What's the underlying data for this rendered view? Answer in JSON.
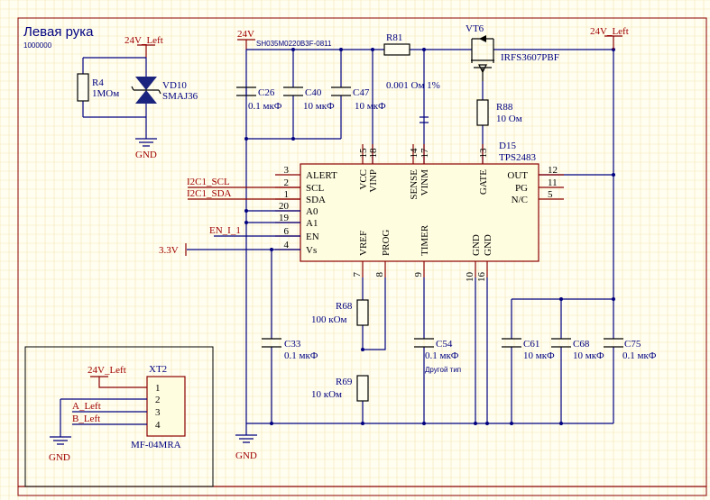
{
  "sheet_title": "Левая рука",
  "sheet_number": "1000000",
  "nets": {
    "v24_left_top": "24V_Left",
    "v24_top": "24V",
    "v24_left_right": "24V_Left",
    "v24_left_conn": "24V_Left",
    "scl": "I2C1_SCL",
    "sda": "I2C1_SDA",
    "en": "EN_I_1",
    "v33": "3.3V",
    "a_left": "A_Left",
    "b_left": "B_Left",
    "shunt_label": "SH035M0220B3F-0811"
  },
  "gnd": {
    "g1": "GND",
    "g2": "GND",
    "g3": "GND"
  },
  "components": {
    "r4": {
      "ref": "R4",
      "value": "1МОм"
    },
    "vd10": {
      "ref": "VD10",
      "value": "SMAJ36"
    },
    "c26": {
      "ref": "C26",
      "value": "0.1 мкФ"
    },
    "c40": {
      "ref": "C40",
      "value": "10 мкФ"
    },
    "c47": {
      "ref": "C47",
      "value": "10 мкФ"
    },
    "r81": {
      "ref": "R81",
      "value": "0.001 Ом 1%"
    },
    "vt6": {
      "ref": "VT6",
      "value": "IRFS3607PBF"
    },
    "r88": {
      "ref": "R88",
      "value": "10 Ом"
    },
    "d15": {
      "ref": "D15",
      "value": "TPS2483"
    },
    "r68": {
      "ref": "R68",
      "value": "100 кОм"
    },
    "r69": {
      "ref": "R69",
      "value": "10 кОм"
    },
    "c33": {
      "ref": "C33",
      "value": "0.1 мкФ"
    },
    "c54": {
      "ref": "C54",
      "value": "0.1 мкФ",
      "note": "Другой тип"
    },
    "c61": {
      "ref": "C61",
      "value": "10 мкФ"
    },
    "c68": {
      "ref": "C68",
      "value": "10 мкФ"
    },
    "c75": {
      "ref": "C75",
      "value": "0.1 мкФ"
    },
    "xt2": {
      "ref": "XT2",
      "value": "MF-04MRA",
      "pins": [
        "1",
        "2",
        "3",
        "4"
      ]
    }
  },
  "ic": {
    "left_pins": [
      {
        "num": "3",
        "name": "ALERT"
      },
      {
        "num": "2",
        "name": "SCL"
      },
      {
        "num": "1",
        "name": "SDA"
      },
      {
        "num": "20",
        "name": "A0"
      },
      {
        "num": "19",
        "name": "A1"
      },
      {
        "num": "6",
        "name": "EN"
      },
      {
        "num": "4",
        "name": "Vs"
      }
    ],
    "right_pins": [
      {
        "num": "12",
        "name": "OUT"
      },
      {
        "num": "11",
        "name": "PG"
      },
      {
        "num": "5",
        "name": "N/C"
      }
    ],
    "top_pins": [
      {
        "num": "15",
        "name": "VCC"
      },
      {
        "num": "18",
        "name": "VINP"
      },
      {
        "num": "14",
        "name": "SENSE"
      },
      {
        "num": "17",
        "name": "VINM"
      },
      {
        "num": "13",
        "name": "GATE"
      }
    ],
    "bottom_pins": [
      {
        "num": "7",
        "name": "VREF"
      },
      {
        "num": "8",
        "name": "PROG"
      },
      {
        "num": "9",
        "name": "TIMER"
      },
      {
        "num": "10",
        "name": "GND"
      },
      {
        "num": "16",
        "name": "GND"
      }
    ]
  }
}
